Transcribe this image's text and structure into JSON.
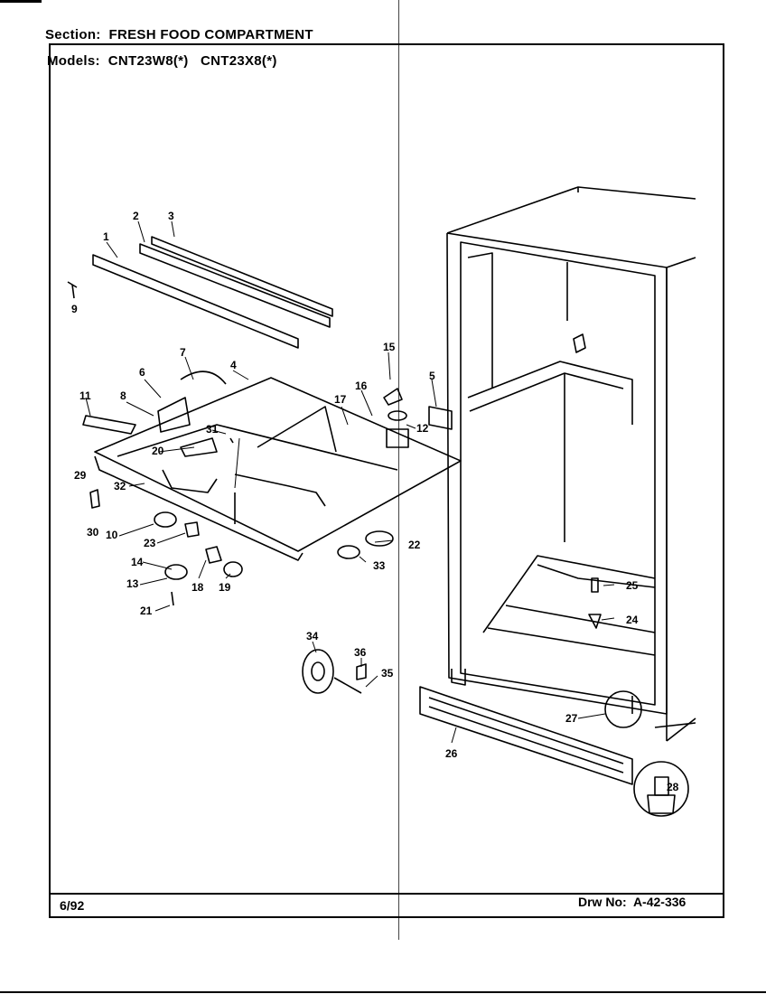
{
  "section": {
    "label": "Section:",
    "value": "FRESH FOOD COMPARTMENT"
  },
  "models": {
    "label": "Models:",
    "value": "CNT23W8(*)   CNT23X8(*)"
  },
  "footer": {
    "date": "6/92",
    "drawing_label": "Drw No:",
    "drawing_number": "A-42-336"
  },
  "callouts": [
    "1",
    "2",
    "3",
    "4",
    "5",
    "6",
    "7",
    "8",
    "9",
    "10",
    "11",
    "12",
    "13",
    "14",
    "15",
    "16",
    "17",
    "18",
    "19",
    "20",
    "21",
    "22",
    "23",
    "24",
    "25",
    "26",
    "27",
    "28",
    "29",
    "30",
    "31",
    "32",
    "33",
    "34",
    "35",
    "36"
  ]
}
